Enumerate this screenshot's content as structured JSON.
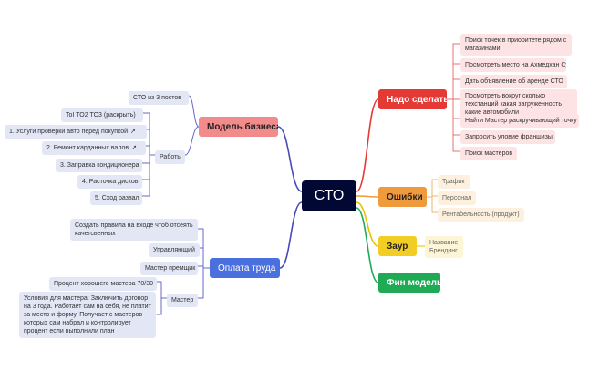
{
  "root": {
    "label": "СТО"
  },
  "colors": {
    "todo": "#e53935",
    "business": "#4a4ab8",
    "errors": "#ef9a3c",
    "labor": "#4a4ab8",
    "zaur": "#e6c200",
    "fin": "#1faa56"
  },
  "todo": {
    "title": "Надо сделать",
    "items": [
      "Поиск точек в приоритете рядом с магазинами.",
      "Посмотреть место на Ахмедхан Султана",
      "Дать объявление об аренде СТО",
      "Посмотреть вокруг сколько техстанций какая загруженность какие автомобили",
      "Найти Мастер раскручивающий точку",
      "Запросить уловие франшизы",
      "Поиск мастеров"
    ]
  },
  "business": {
    "title": "Модель бизнеса",
    "sto": "СТО из 3 постов",
    "works_label": "Работы",
    "works": [
      {
        "label": "ToI TO2 TO3 (раскрыть)",
        "link": false
      },
      {
        "label": "1. Услуги проверки авто перед покупкой",
        "link": true
      },
      {
        "label": "2. Ремонт карданных валов",
        "link": true
      },
      {
        "label": "3. Заправка кондиционера",
        "link": false
      },
      {
        "label": "4. Расточка дисков",
        "link": false
      },
      {
        "label": "5. Сход развал",
        "link": false
      }
    ]
  },
  "errors": {
    "title": "Ошибки",
    "items": [
      "Трафик",
      "Персонал",
      "Рентабельность (продукт)"
    ]
  },
  "zaur": {
    "title": "Заур",
    "items": [
      "Название",
      "Брендинг"
    ]
  },
  "fin": {
    "title": "Фин модель"
  },
  "labor": {
    "title": "Оплата труда",
    "rules": "Создать правила на входе чтоб отсеять качетсвенных",
    "manager": "Управляющий",
    "master_bonus": "Мастер премщик",
    "master_label": "Мастер",
    "master_items": [
      "Процент хорошего мастера 70/30",
      "Условия для мастера: Заключить договор на 3 года. Работает сам на себя, не платит за место и форму. Получает с мастеров которых сам набрал и контролирует процент если выполнили план"
    ]
  }
}
